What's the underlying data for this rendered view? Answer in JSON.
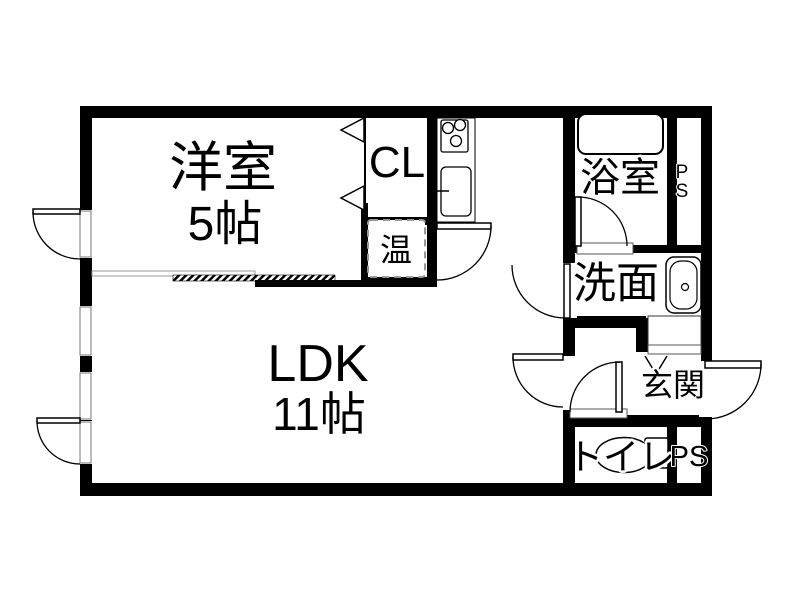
{
  "plan": {
    "background": "#ffffff",
    "wall_color": "#000000",
    "rooms": {
      "western_room": {
        "label": "洋室",
        "size": "5帖"
      },
      "ldk": {
        "label": "LDK",
        "size": "11帖"
      },
      "bath": {
        "label": "浴室"
      },
      "washroom": {
        "label": "洗面"
      },
      "entrance": {
        "label": "玄関"
      },
      "toilet": {
        "label": "トイレ"
      },
      "closet": {
        "label": "CL"
      },
      "water_heater": {
        "label": "温"
      },
      "pipe_space_upper": {
        "label": "PS",
        "line1": "P",
        "line2": "S"
      },
      "pipe_space_lower": {
        "label": "PS"
      }
    }
  }
}
